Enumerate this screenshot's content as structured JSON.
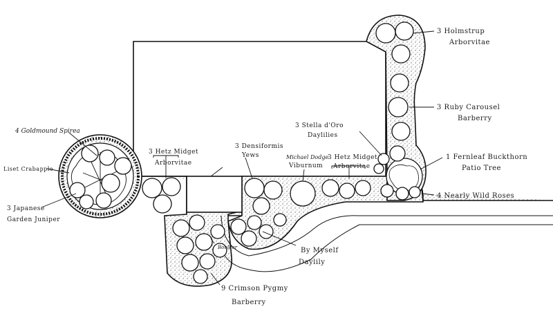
{
  "labels": {
    "goldmound": "4 Goldmound Spirea",
    "lisetcrabapple": "Liset Crabapple",
    "japanese_juniper_1": "3 Japanese",
    "japanese_juniper_2": "Garden Juniper",
    "hetz_left_1": "3 Hetz Midget",
    "hetz_left_2": "Arborvitae",
    "densiformis_1": "3 Densiformis",
    "densiformis_2": "Yews",
    "stella_1": "3 Stella d'Oro",
    "stella_2": "Daylilies",
    "michael_dodge_1": "Michael Dodge",
    "michael_dodge_2": "Viburnum",
    "hetz_right_1": "3 Hetz Midget",
    "hetz_right_2": "Arborvitae",
    "holmstrup_1": "3 Holmstrup",
    "holmstrup_2": "Arborvitae",
    "ruby_1": "3 Ruby Carousel",
    "ruby_2": "Barberry",
    "fernleaf_1": "1 Fernleaf Buckthorn",
    "fernleaf_2": "Patio Tree",
    "nearly_wild": "4 Nearly Wild Roses",
    "by_myself_1": "By Myself",
    "by_myself_2": "Daylily",
    "boulder": "Boulder",
    "crimson_1": "9 Crimson Pygmy",
    "crimson_2": "Barberry"
  }
}
